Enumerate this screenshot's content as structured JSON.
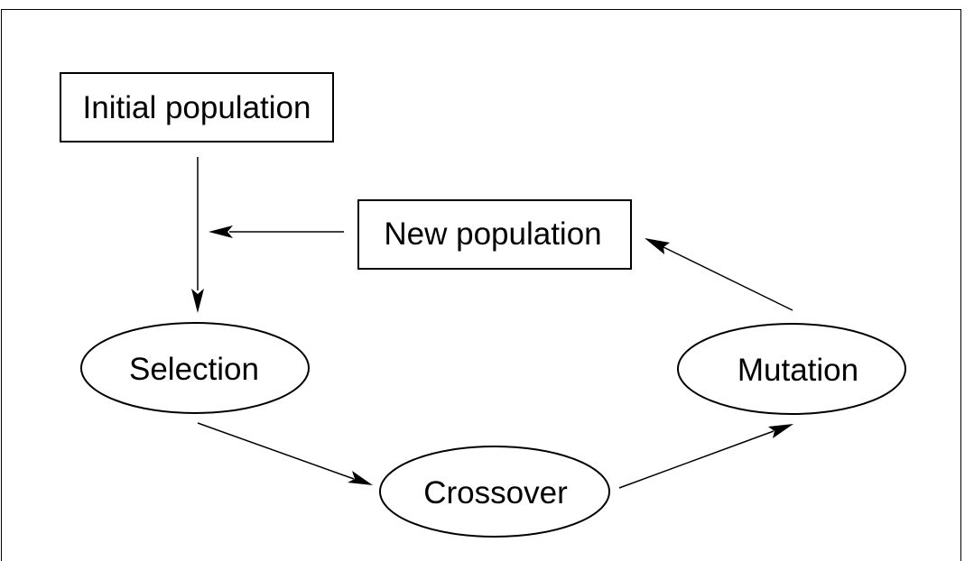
{
  "diagram": {
    "nodes": {
      "initial_population": {
        "label": "Initial population",
        "shape": "rectangle"
      },
      "new_population": {
        "label": "New population",
        "shape": "rectangle"
      },
      "selection": {
        "label": "Selection",
        "shape": "ellipse"
      },
      "crossover": {
        "label": "Crossover",
        "shape": "ellipse"
      },
      "mutation": {
        "label": "Mutation",
        "shape": "ellipse"
      }
    },
    "edges": [
      {
        "from": "initial_population",
        "to": "selection"
      },
      {
        "from": "new_population",
        "to": "selection"
      },
      {
        "from": "selection",
        "to": "crossover"
      },
      {
        "from": "crossover",
        "to": "mutation"
      },
      {
        "from": "mutation",
        "to": "new_population"
      }
    ],
    "colors": {
      "stroke": "#000000",
      "fill": "#ffffff",
      "text": "#000000"
    }
  }
}
